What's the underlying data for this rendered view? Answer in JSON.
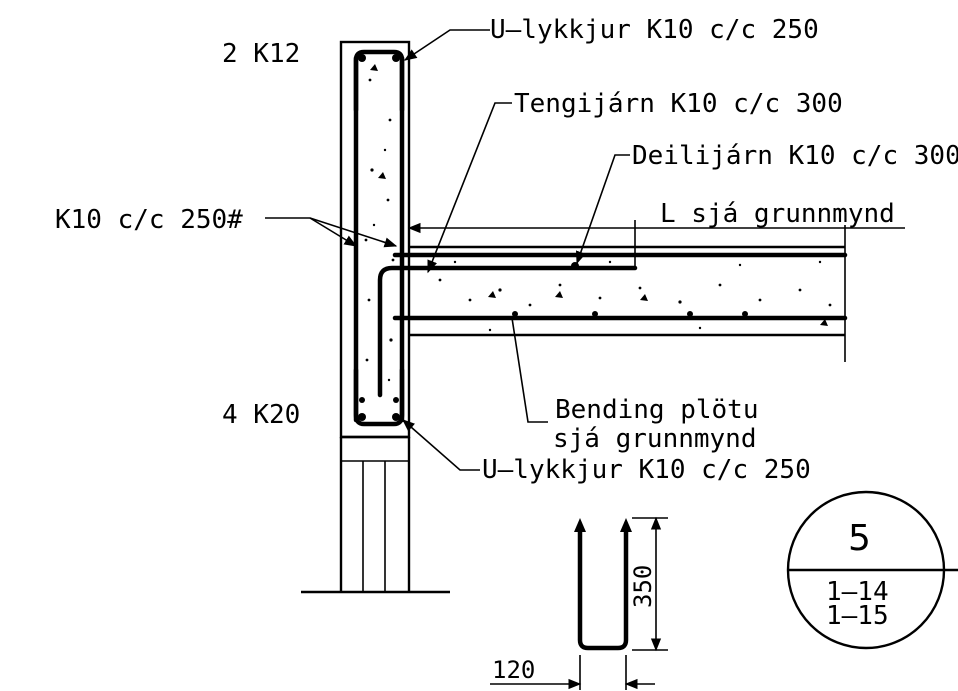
{
  "labels": {
    "top_bars": "2 K12",
    "bottom_bars": "4 K20",
    "u_loop_top": "U–lykkjur K10 c/c 250",
    "connecting_bar": "Tengijárn K10 c/c 300",
    "distribution_bar": "Deilijárn K10 c/c 300",
    "length_ref": "L sjá grunnmynd",
    "wall_mesh": "K10 c/c 250#",
    "slab_reinforcement_line1": "Bending plötu",
    "slab_reinforcement_line2": "sjá grunnmynd",
    "u_loop_bottom": "U–lykkjur K10 c/c 250"
  },
  "u_bar_detail": {
    "height": "350",
    "width": "120"
  },
  "section_marker": {
    "number": "5",
    "sheet_line1": "1–14",
    "sheet_line2": "1–15"
  },
  "colors": {
    "ink": "#000000",
    "paper": "#ffffff"
  }
}
